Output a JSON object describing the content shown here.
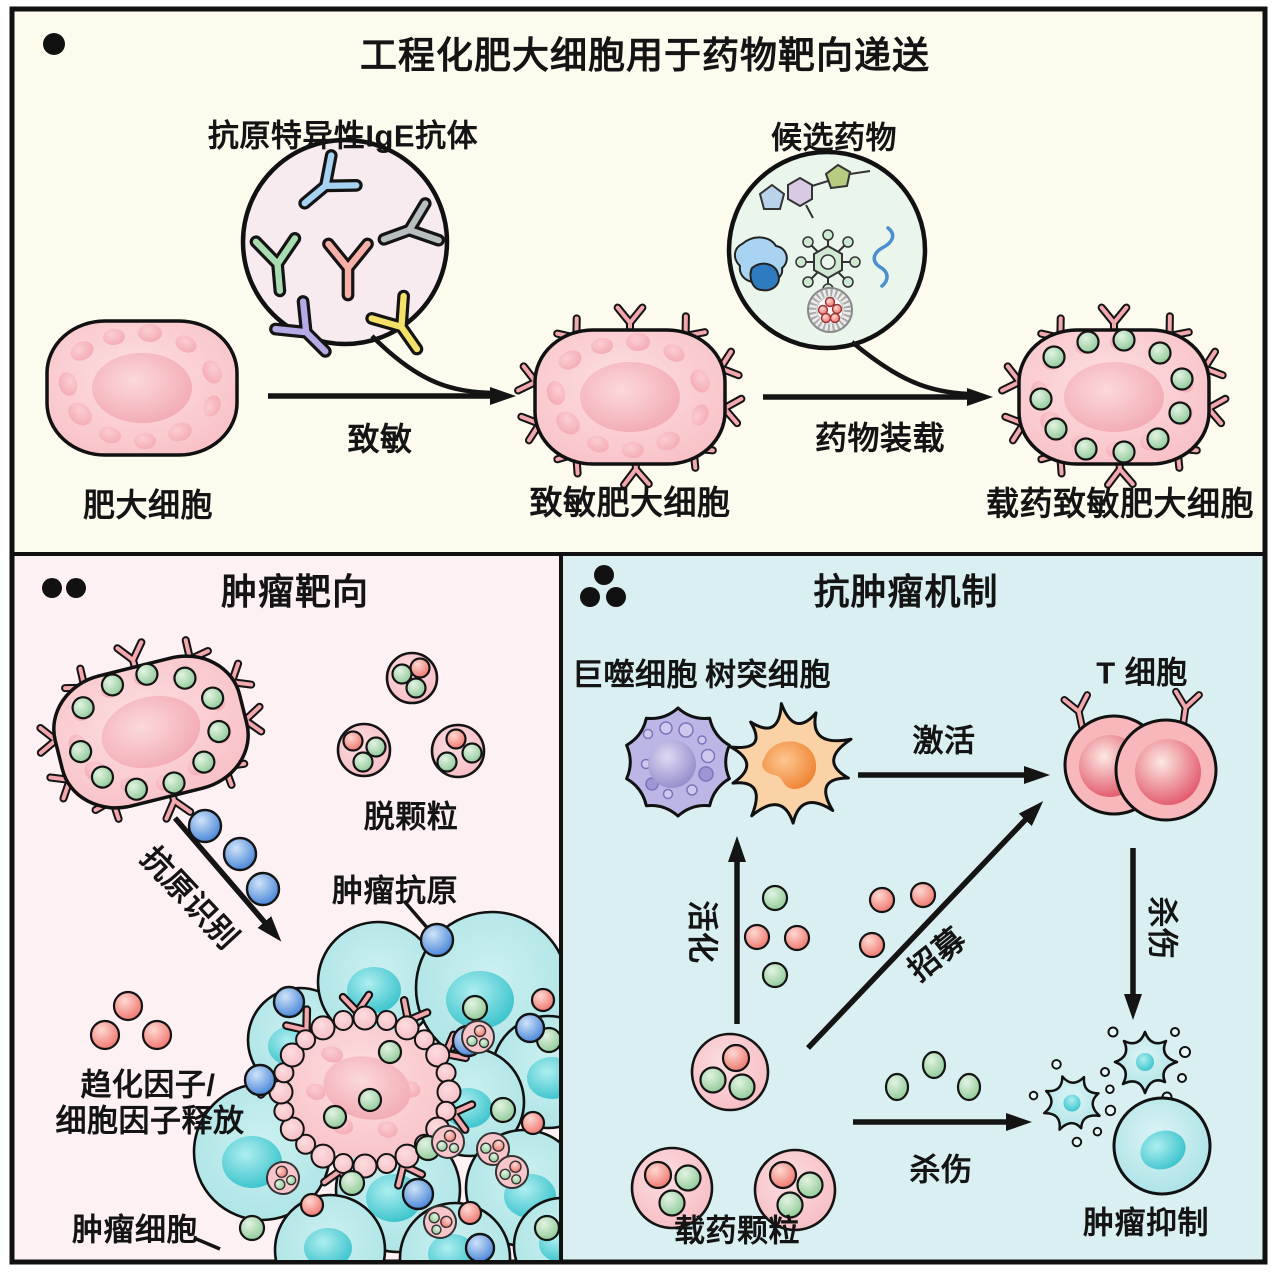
{
  "colors": {
    "top_panel_bg": "#fdfaee",
    "left_panel_bg": "#fdf1f4",
    "right_panel_bg": "#d9eff1",
    "frame": "#111111",
    "mast_cell_pink": "#f8c3c8",
    "tumor_cell_teal": "#aee3e5",
    "macrophage_purple": "#bcb6e6",
    "dendritic_orange": "#fad2a5",
    "t_cell_red": "#f8b7ba",
    "drug_dot_green": "#8cc894",
    "antigen_dot_blue": "#3f7fd6",
    "chemokine_dot_red": "#ef7168"
  },
  "top_panel": {
    "marker_dot_count": 1,
    "title": "工程化肥大细胞用于药物靶向递送",
    "ige_circle_label": "抗原特异性IgE抗体",
    "drug_circle_label": "候选药物",
    "mast_cell_label": "肥大细胞",
    "sensitize_arrow_label": "致敏",
    "sensitized_cell_label": "致敏肥大细胞",
    "load_arrow_label": "药物装载",
    "loaded_cell_label": "载药致敏肥大细胞"
  },
  "left_panel": {
    "marker_dot_count": 2,
    "title": "肿瘤靶向",
    "degranulation_label": "脱颗粒",
    "antigen_recognition_label": "抗原识别",
    "tumor_antigen_label": "肿瘤抗原",
    "chemokine_release_line1": "趋化因子/",
    "chemokine_release_line2": "细胞因子释放",
    "tumor_cell_label": "肿瘤细胞"
  },
  "right_panel": {
    "marker_dot_count": 3,
    "title": "抗肿瘤机制",
    "macrophage_label": "巨噬细胞",
    "dendritic_label": "树突细胞",
    "t_cell_label": "T 细胞",
    "activate_arrow_label": "激活",
    "mobilize_arrow_label": "活化",
    "recruit_arrow_label": "招募",
    "kill_arrow_label_t_cell": "杀伤",
    "kill_arrow_label_granule": "杀伤",
    "loaded_granule_label": "载药颗粒",
    "tumor_suppression_label": "肿瘤抑制"
  }
}
